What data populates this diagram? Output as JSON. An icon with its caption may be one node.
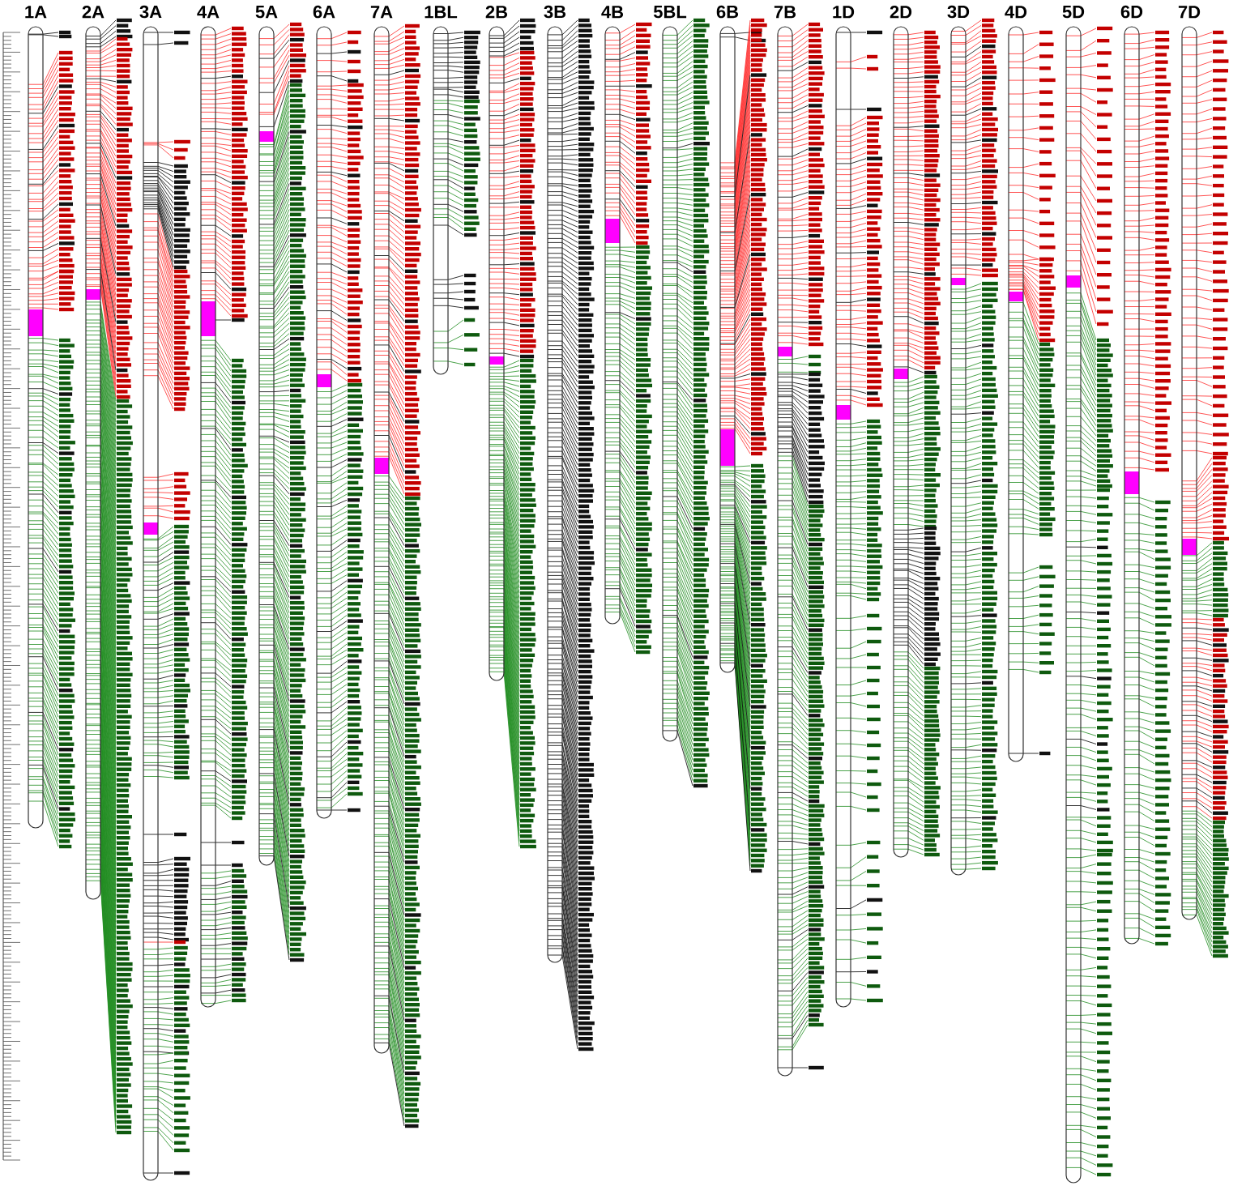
{
  "diagram": {
    "nodes": [
      {
        "text": [
          "1A"
        ]
      },
      {
        "text": [
          "2A"
        ]
      },
      {
        "text": [
          "3A"
        ]
      },
      {
        "text": [
          "4A"
        ]
      },
      {
        "text": [
          "5A"
        ]
      },
      {
        "text": [
          "6A"
        ]
      },
      {
        "text": [
          "7A"
        ]
      },
      {
        "text": [
          "1BL"
        ]
      },
      {
        "text": [
          "2B"
        ]
      },
      {
        "text": [
          "3B"
        ]
      },
      {
        "text": [
          "4B"
        ]
      },
      {
        "text": [
          "5BL"
        ]
      },
      {
        "text": [
          "6B"
        ]
      },
      {
        "text": [
          "7B"
        ]
      },
      {
        "text": [
          "1D"
        ]
      },
      {
        "text": [
          "2D"
        ]
      },
      {
        "text": [
          "3D"
        ]
      },
      {
        "text": [
          "4D"
        ]
      },
      {
        "text": [
          "5D"
        ]
      },
      {
        "text": [
          "6D"
        ]
      },
      {
        "text": [
          "7D"
        ]
      }
    ]
  }
}
